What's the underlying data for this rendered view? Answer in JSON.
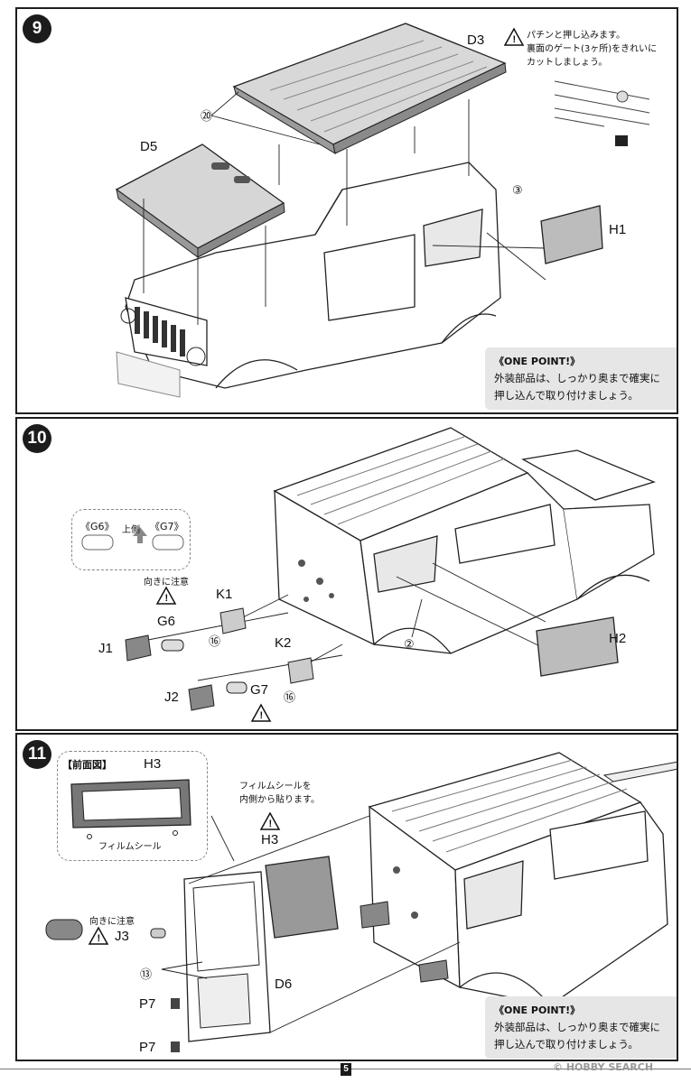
{
  "page_number": "5",
  "watermark": "© HOBBY SEARCH",
  "step9": {
    "number": "9",
    "parts": {
      "d3": "D3",
      "d5": "D5",
      "h1": "H1",
      "c20": "⑳",
      "c3": "③"
    },
    "note_lines": [
      "パチンと押し込みます。",
      "裏面のゲート(3ヶ所)をきれいに",
      "カットしましょう。"
    ],
    "onepoint": {
      "title": "《ONE POINT!》",
      "lines": [
        "外装部品は、しっかり奥まで確実に",
        "押し込んで取り付けましょう。"
      ]
    }
  },
  "step10": {
    "number": "10",
    "parts": {
      "k1": "K1",
      "k2": "K2",
      "g6": "G6",
      "g7": "G7",
      "j1": "J1",
      "j2": "J2",
      "h2": "H2",
      "c16a": "⑯",
      "c16b": "⑯",
      "c2": "②"
    },
    "legend": {
      "g6": "《G6》",
      "up": "上側",
      "g7": "《G7》"
    },
    "caution": "向きに注意"
  },
  "step11": {
    "number": "11",
    "front_view": {
      "title": "【前面図】",
      "part": "H3",
      "film": "フィルムシール"
    },
    "film_note": [
      "フィルムシールを",
      "内側から貼ります。"
    ],
    "parts": {
      "h3": "H3",
      "j3": "J3",
      "d6": "D6",
      "p7a": "P7",
      "p7b": "P7",
      "c13": "⑬"
    },
    "caution": "向きに注意",
    "onepoint": {
      "title": "《ONE POINT!》",
      "lines": [
        "外装部品は、しっかり奥まで確実に",
        "押し込んで取り付けましょう。"
      ]
    }
  }
}
